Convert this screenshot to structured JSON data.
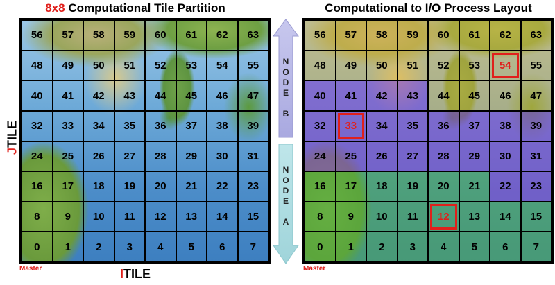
{
  "left": {
    "title_accent": "8x8",
    "title_rest": " Computational Tile Partition",
    "rows": [
      [
        "56",
        "57",
        "58",
        "59",
        "60",
        "61",
        "62",
        "63"
      ],
      [
        "48",
        "49",
        "50",
        "51",
        "52",
        "53",
        "54",
        "55"
      ],
      [
        "40",
        "41",
        "42",
        "43",
        "44",
        "45",
        "46",
        "47"
      ],
      [
        "32",
        "33",
        "34",
        "35",
        "36",
        "37",
        "38",
        "39"
      ],
      [
        "24",
        "25",
        "26",
        "27",
        "28",
        "29",
        "30",
        "31"
      ],
      [
        "16",
        "17",
        "18",
        "19",
        "20",
        "21",
        "22",
        "23"
      ],
      [
        "8",
        "9",
        "10",
        "11",
        "12",
        "13",
        "14",
        "15"
      ],
      [
        "0",
        "1",
        "2",
        "3",
        "4",
        "5",
        "6",
        "7"
      ]
    ],
    "master": "Master",
    "xlabel_accent": "I",
    "xlabel_rest": "TILE",
    "ylabel_accent": "J",
    "ylabel_rest": "TILE"
  },
  "right": {
    "title": "Computational to I/O Process Layout",
    "rows": [
      [
        "56",
        "57",
        "58",
        "59",
        "60",
        "61",
        "62",
        "63"
      ],
      [
        "48",
        "49",
        "50",
        "51",
        "52",
        "53",
        "54",
        "55"
      ],
      [
        "40",
        "41",
        "42",
        "43",
        "44",
        "45",
        "46",
        "47"
      ],
      [
        "32",
        "33",
        "34",
        "35",
        "36",
        "37",
        "38",
        "39"
      ],
      [
        "24",
        "25",
        "26",
        "27",
        "28",
        "29",
        "30",
        "31"
      ],
      [
        "16",
        "17",
        "18",
        "19",
        "20",
        "21",
        "22",
        "23"
      ],
      [
        "8",
        "9",
        "10",
        "11",
        "12",
        "13",
        "14",
        "15"
      ],
      [
        "0",
        "1",
        "2",
        "3",
        "4",
        "5",
        "6",
        "7"
      ]
    ],
    "highlighted": [
      "54",
      "33",
      "12"
    ],
    "group_colors": {
      "a": "#50af3c",
      "b": "#8746c8",
      "c": "#e1b43c"
    },
    "master": "Master"
  },
  "nodes": {
    "b": [
      "N",
      "O",
      "D",
      "E",
      "",
      "B"
    ],
    "a": [
      "N",
      "O",
      "D",
      "E",
      "",
      "A"
    ]
  },
  "colors": {
    "accent": "#e0201c",
    "arrow": "#b4b4e6"
  }
}
